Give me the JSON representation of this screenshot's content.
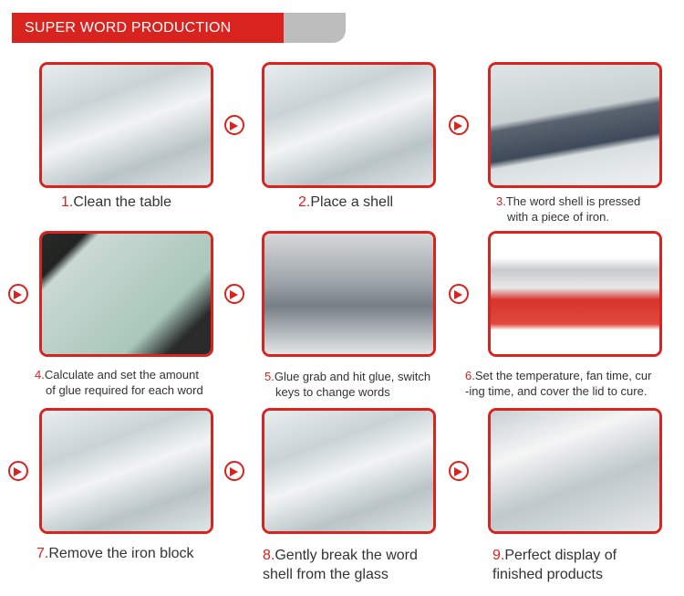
{
  "banner": {
    "title": "SUPER WORD PRODUCTION PROCESS"
  },
  "colors": {
    "accent": "#d8231f",
    "banner_tab": "#bdbdbd"
  },
  "steps": [
    {
      "num": "1.",
      "text": "Clean the table"
    },
    {
      "num": "2.",
      "text": "Place a shell"
    },
    {
      "num": "3.",
      "line1": "The word shell is pressed",
      "line2": "with a piece of iron."
    },
    {
      "num": "4.",
      "line1": "Calculate and set the amount",
      "line2": "of glue required for each word"
    },
    {
      "num": "5.",
      "line1": "Glue grab and hit glue, switch",
      "line2": "keys to change words"
    },
    {
      "num": "6.",
      "line1": "Set the temperature, fan time, cur",
      "line2": "-ing time, and cover the lid to cure."
    },
    {
      "num": "7.",
      "text": "Remove the iron block"
    },
    {
      "num": "8.",
      "line1": "Gently break the word",
      "line2": "shell from the glass"
    },
    {
      "num": "9.",
      "line1": "Perfect display of",
      "line2": "finished products"
    }
  ],
  "icons": {
    "arrow": "chevron-right-circle-icon"
  }
}
